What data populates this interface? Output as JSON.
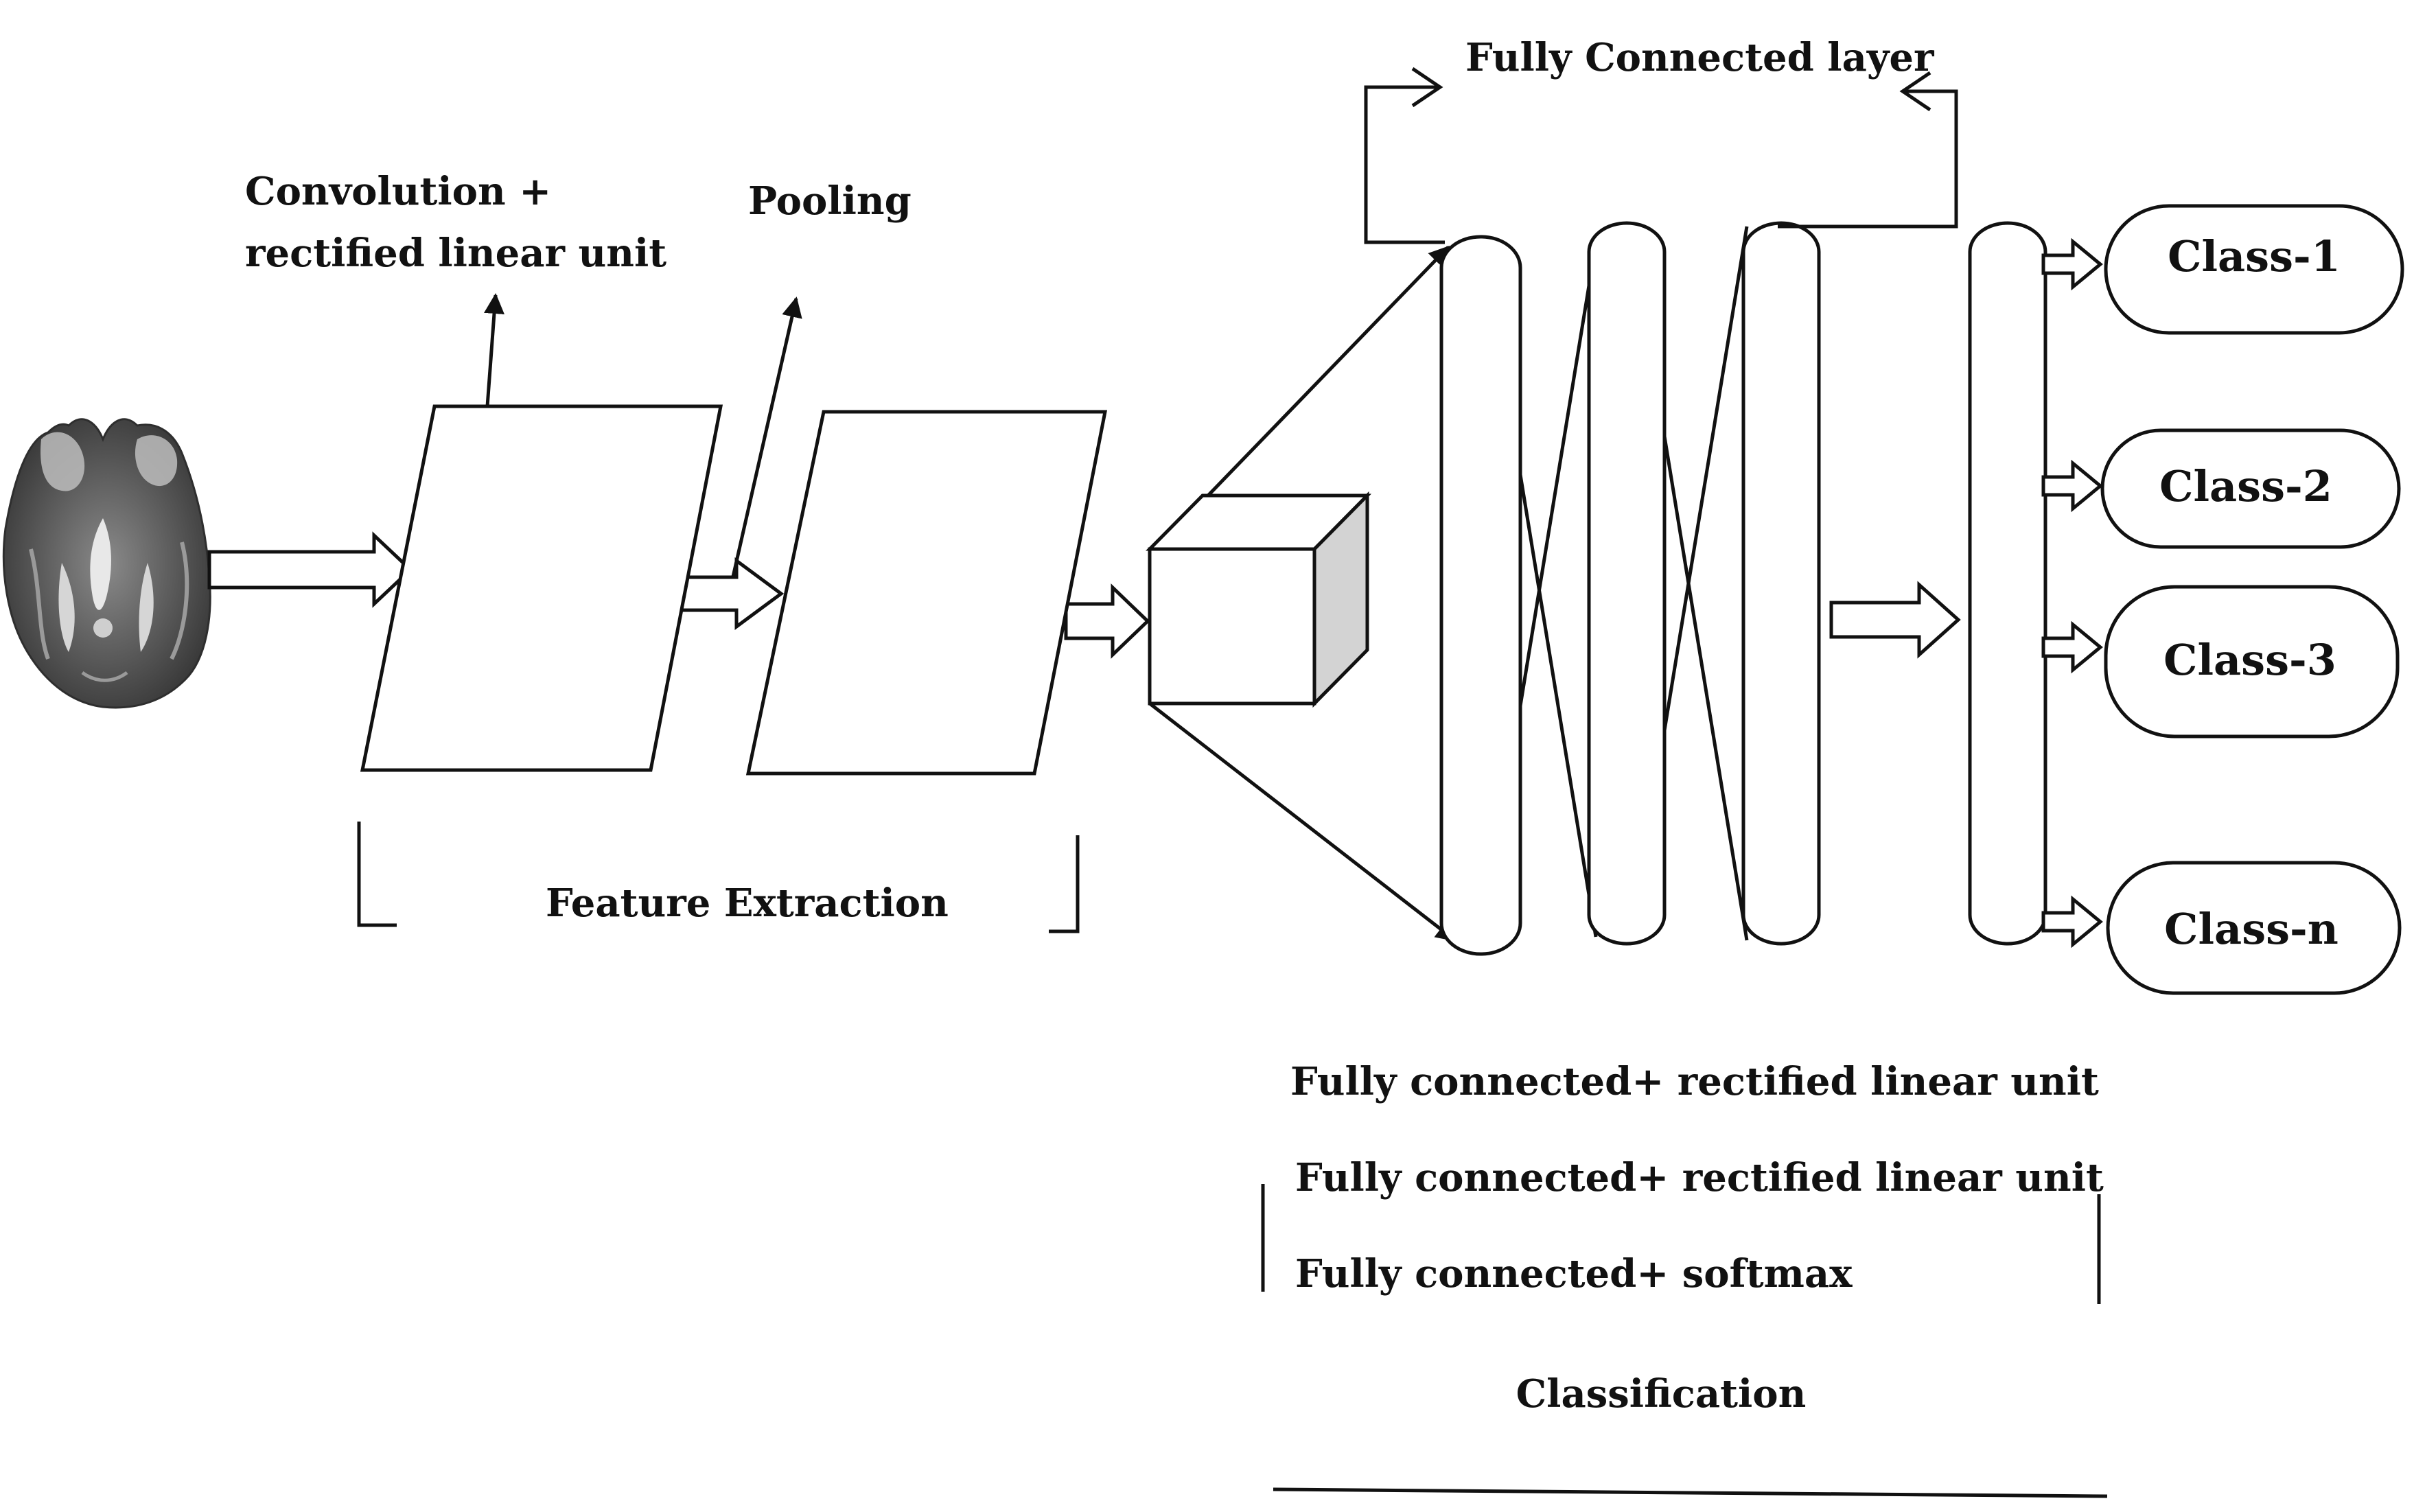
{
  "labels": {
    "convolution_line1": "Convolution +",
    "convolution_line2": "rectified linear unit",
    "pooling": "Pooling",
    "fully_connected_layer": "Fully Connected layer",
    "feature_extraction": "Feature Extraction",
    "fc_relu_1": "Fully connected+ rectified linear unit",
    "fc_relu_2": "Fully connected+ rectified linear unit",
    "fc_softmax": "Fully connected+ softmax",
    "classification": "Classification"
  },
  "classes": [
    "Class-1",
    "Class-2",
    "Class-3",
    "Class-n"
  ],
  "colors": {
    "line": "#111111",
    "cube_side": "#d3d3d3",
    "brain_dark": "#3a3a3a",
    "brain_mid": "#6e6e6e",
    "brain_light": "#cfcfcf"
  }
}
